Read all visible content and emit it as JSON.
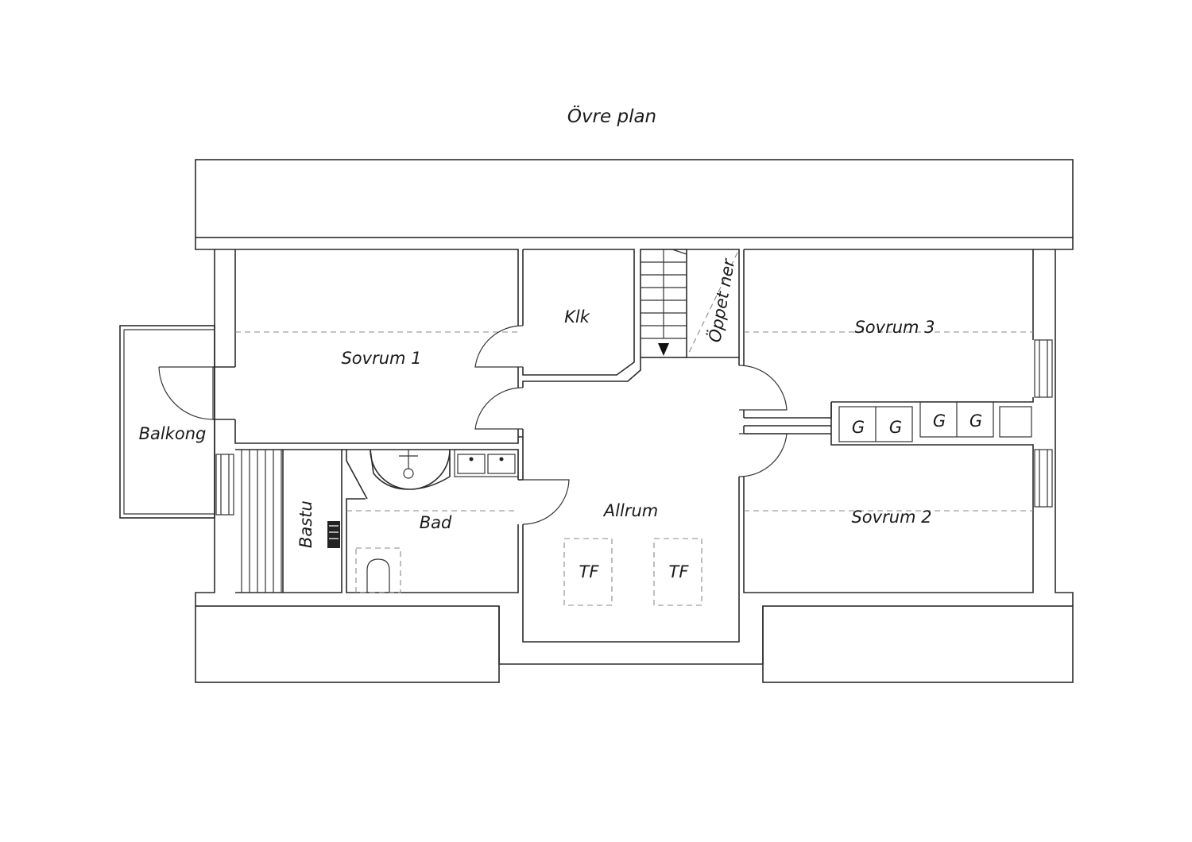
{
  "plan": {
    "title": "Övre plan",
    "rooms": {
      "sovrum1": "Sovrum 1",
      "sovrum2": "Sovrum 2",
      "sovrum3": "Sovrum 3",
      "klk": "Klk",
      "oppet_ner": "Öppet ner",
      "balkong": "Balkong",
      "bastu": "Bastu",
      "bad": "Bad",
      "allrum": "Allrum"
    },
    "wardrobe_label": "G",
    "skylight_label": "TF"
  }
}
